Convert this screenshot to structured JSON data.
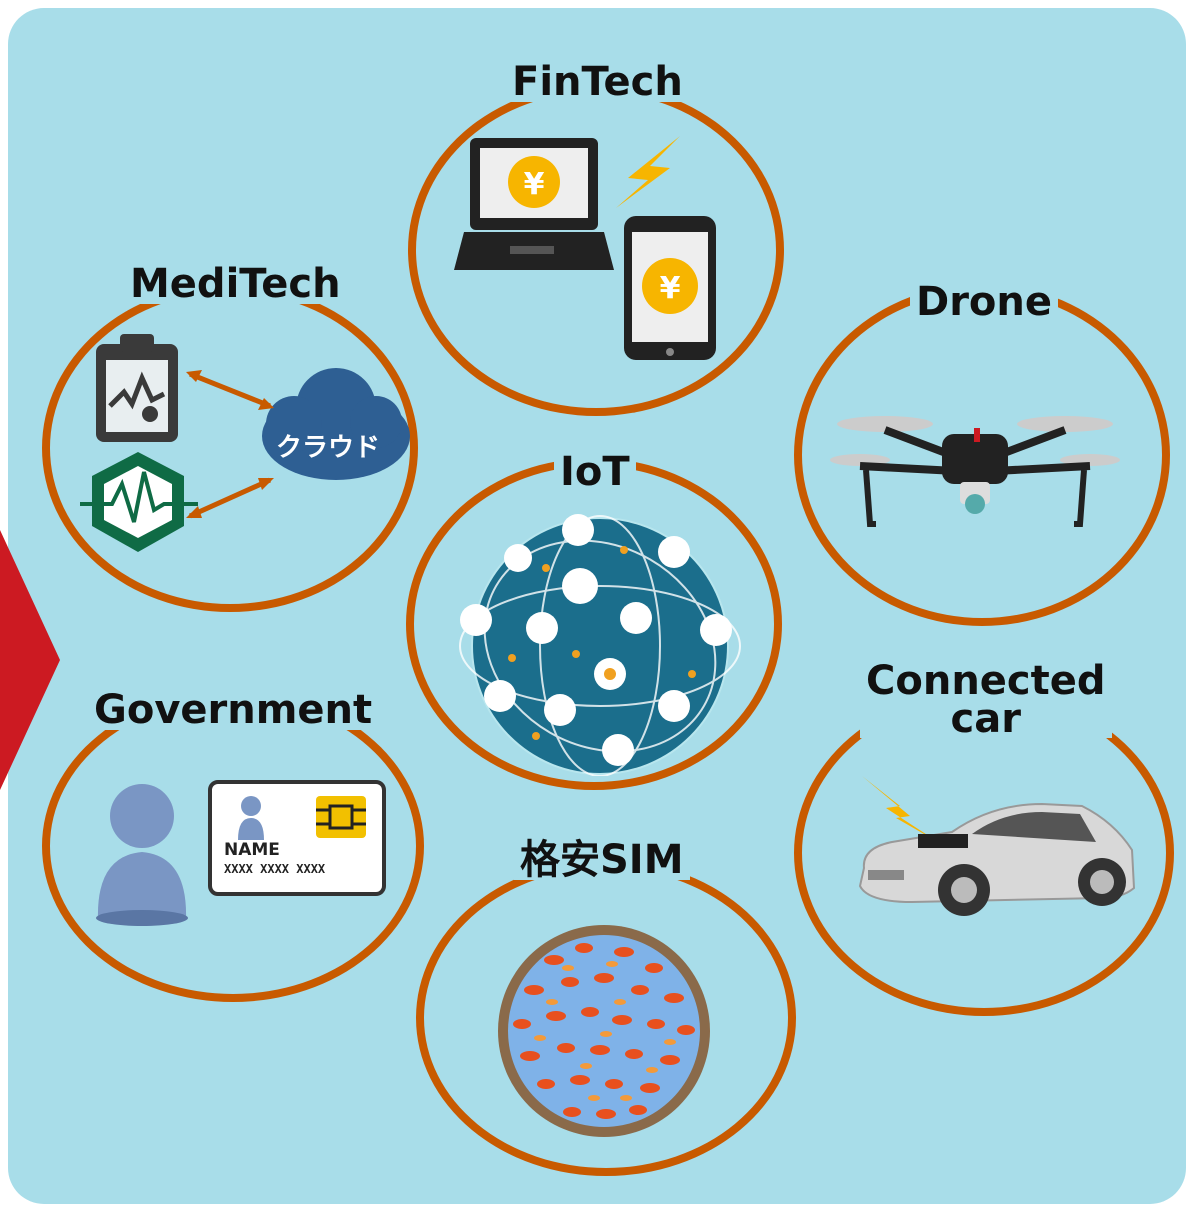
{
  "nodes": [
    {
      "id": "fintech",
      "label": "FinTech"
    },
    {
      "id": "meditech",
      "label": "MediTech",
      "cloud_label": "クラウド"
    },
    {
      "id": "drone",
      "label": "Drone"
    },
    {
      "id": "iot",
      "label": "IoT"
    },
    {
      "id": "government",
      "label": "Government",
      "card_name": "NAME",
      "card_number": "XXXX XXXX XXXX"
    },
    {
      "id": "connected_car",
      "label_line1": "Connected",
      "label_line2": "car"
    },
    {
      "id": "sim",
      "label": "格安SIM"
    }
  ],
  "colors": {
    "background": "#a8dde9",
    "ring": "#c85a00",
    "arrow": "#cc1a22",
    "coin": "#f7b500",
    "cloud": "#2e5f93"
  },
  "icons": [
    "laptop-icon",
    "smartphone-icon",
    "lightning-icon",
    "yen-coin-icon",
    "clipboard-icon",
    "cloud-icon",
    "heartbeat-icon",
    "drone-icon",
    "globe-network-icon",
    "user-icon",
    "id-card-icon",
    "car-icon",
    "goldfish-bowl-icon"
  ]
}
